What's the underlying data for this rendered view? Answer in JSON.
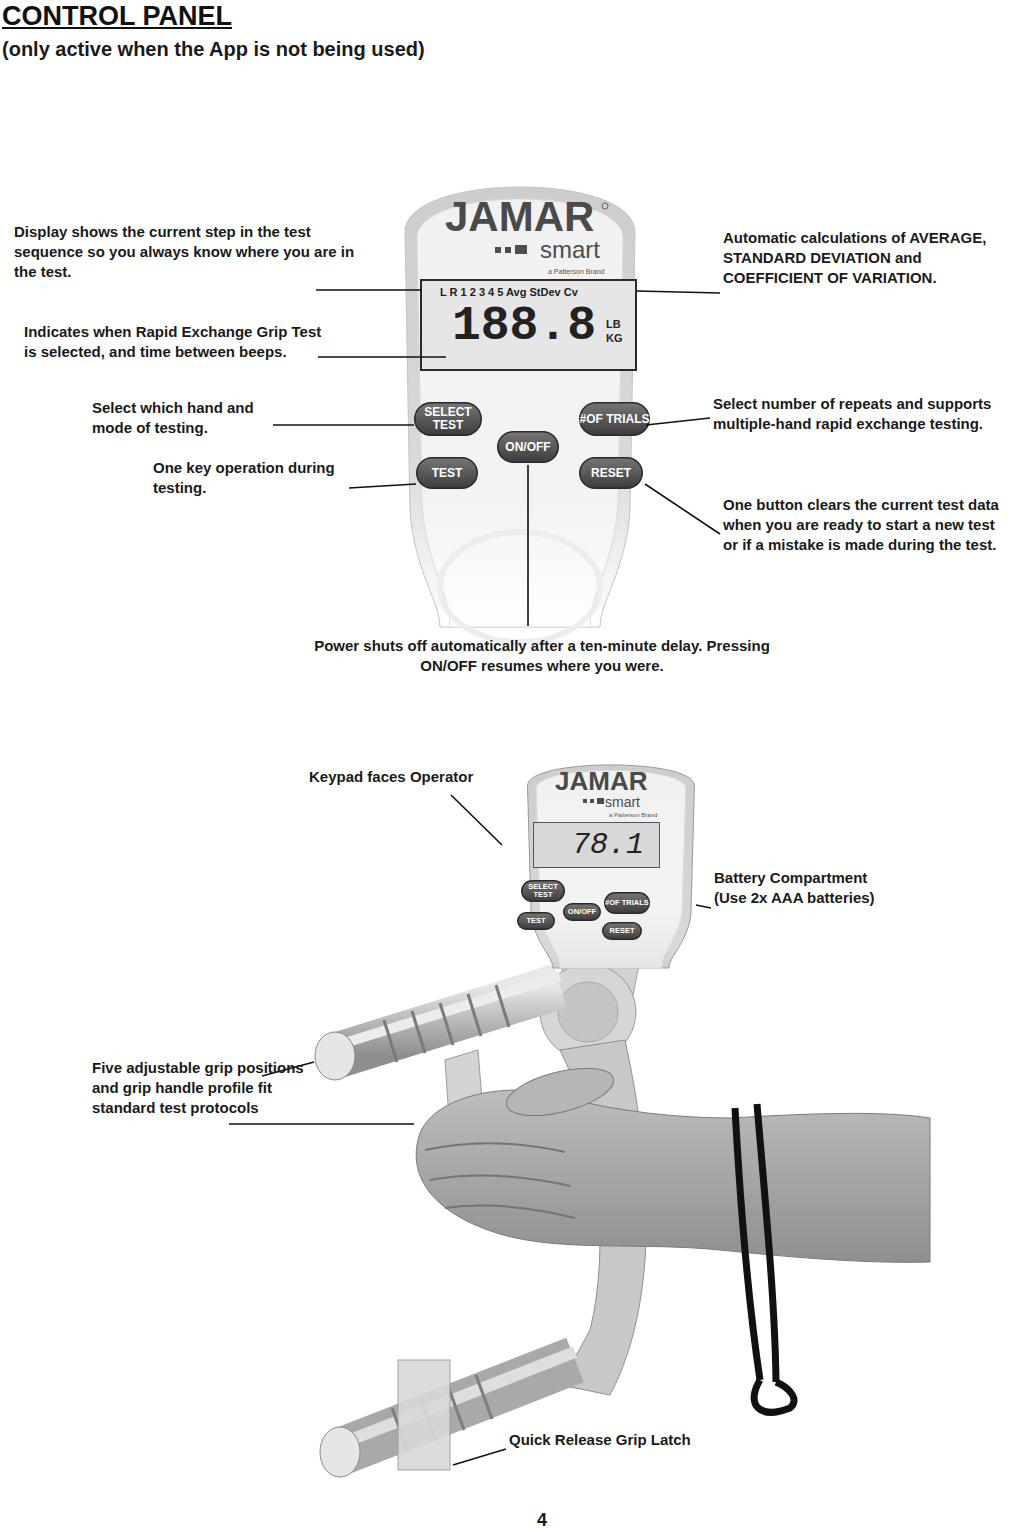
{
  "diagram": {
    "title": "CONTROL PANEL",
    "nodes": [
      {
        "text": [
          "JAMAR",
          "smart",
          "a Patterson Brand"
        ]
      },
      {
        "text": [
          "L R 1 2 3 4 5 Avg StDev Cv",
          "188.8",
          "LB",
          "KG"
        ],
        "in": 0
      },
      {
        "text": [
          "SELECT TEST"
        ],
        "in": 0
      },
      {
        "text": [
          "#OF TRIALS"
        ],
        "in": 0
      },
      {
        "text": [
          "ON/OFF"
        ],
        "in": 0
      },
      {
        "text": [
          "TEST"
        ],
        "in": 0
      },
      {
        "text": [
          "RESET"
        ],
        "in": 0
      },
      {
        "text": [
          "JAMAR",
          "smart",
          "a Patterson Brand"
        ]
      },
      {
        "text": [
          "78.1"
        ],
        "in": 7
      },
      {
        "text": [
          "SELECT TEST"
        ],
        "in": 7
      },
      {
        "text": [
          "#OF TRIALS"
        ],
        "in": 7
      },
      {
        "text": [
          "ON/OFF"
        ],
        "in": 7
      },
      {
        "text": [
          "TEST"
        ],
        "in": 7
      },
      {
        "text": [
          "RESET"
        ],
        "in": 7
      }
    ],
    "labels": [
      "(only active when the App is not being used)",
      "Display shows the current step in the test sequence so you always know where you are in the test.",
      "Indicates when Rapid Exchange Grip Test is selected, and time between beeps.",
      "Select which hand and mode of testing.",
      "One key operation during testing.",
      "Automatic calculations of AVERAGE, STANDARD DEVIATION and COEFFICIENT OF VARIATION.",
      "Select number of repeats and supports multiple-hand rapid exchange testing.",
      "One button clears the current test data when you are ready to start a new test or if a mistake is made during the test.",
      "Power shuts off automatically after a ten-minute delay. Pressing ON/OFF resumes where you were.",
      "Keypad faces Operator",
      "Battery Compartment (Use 2x AAA batteries)",
      "Five adjustable grip positions and grip handle profile fit standard test protocols",
      "Quick Release Grip Latch",
      "4"
    ]
  }
}
